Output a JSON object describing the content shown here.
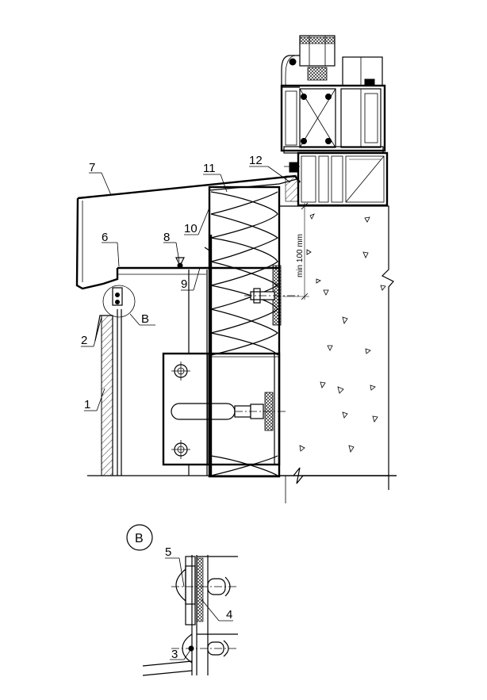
{
  "callouts": {
    "c1": "1",
    "c2": "2",
    "c6": "6",
    "c7": "7",
    "c8": "8",
    "c9": "9",
    "c10": "10",
    "c11": "11",
    "c12": "12",
    "detail_ref": "B",
    "d3": "3",
    "d4": "4",
    "d5": "5"
  },
  "dimension": "min 100 mm",
  "detail_title": "B"
}
